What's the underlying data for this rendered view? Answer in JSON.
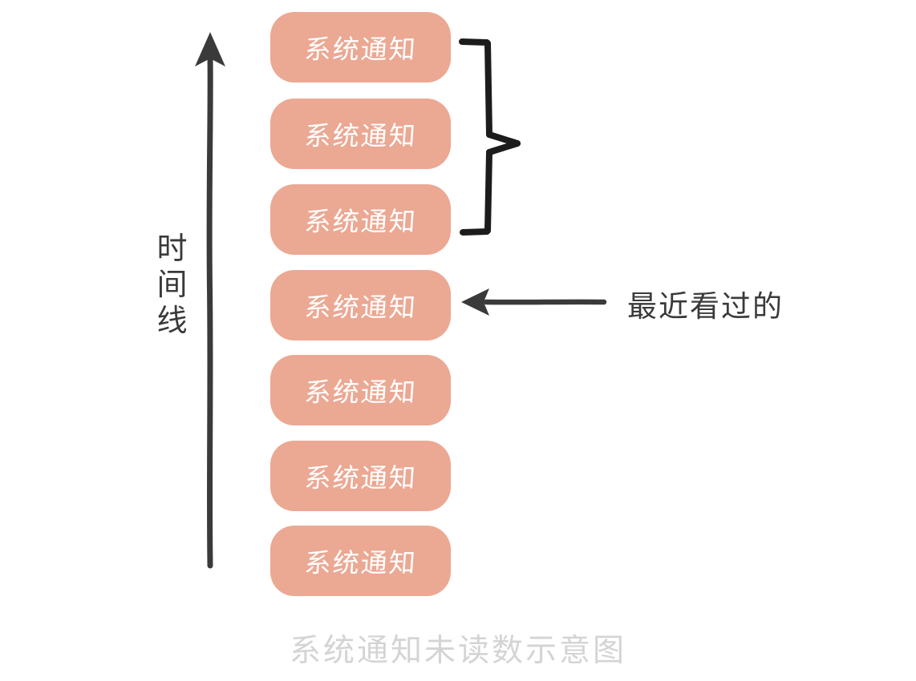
{
  "diagram": {
    "caption": "系统通知未读数示意图",
    "colors": {
      "pill_fill": "#eba893",
      "pill_text": "#ffffff",
      "ink": "#3a3a3a",
      "caption": "#d4d4d4",
      "background": "#ffffff"
    },
    "axis": {
      "label": "时间线",
      "direction": "up",
      "icon": "up-arrow-icon"
    },
    "items": [
      {
        "label": "系统通知"
      },
      {
        "label": "系统通知"
      },
      {
        "label": "系统通知"
      },
      {
        "label": "系统通知"
      },
      {
        "label": "系统通知"
      },
      {
        "label": "系统通知"
      },
      {
        "label": "系统通知"
      }
    ],
    "annotations": [
      {
        "kind": "brace",
        "label": "",
        "spans_items": [
          1,
          2,
          3
        ]
      },
      {
        "kind": "arrow",
        "label": "最近看过的",
        "points_to_item": 4,
        "icon": "left-arrow-icon"
      }
    ]
  }
}
